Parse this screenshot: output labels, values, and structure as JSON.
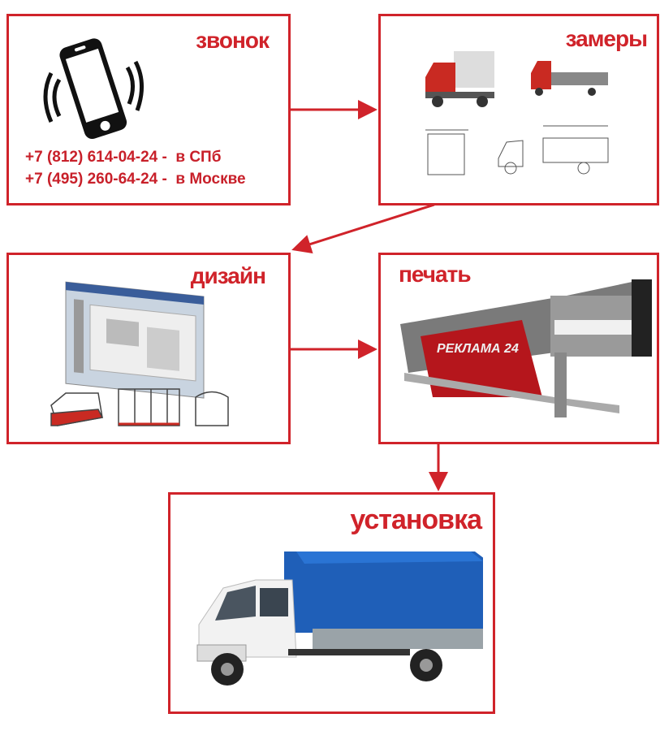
{
  "colors": {
    "accent": "#d0232a"
  },
  "steps": {
    "call": {
      "title": "звонок",
      "phones": [
        {
          "number": "+7 (812) 614-04-24 -",
          "city": "в СПб"
        },
        {
          "number": "+7 (495) 260-64-24 -",
          "city": "в Москве"
        }
      ],
      "icon": "vibrating-phone-icon"
    },
    "measure": {
      "title": "замеры"
    },
    "design": {
      "title": "дизайн"
    },
    "print": {
      "title": "печать",
      "logo": "РЕКЛАМА 24"
    },
    "install": {
      "title": "установка"
    }
  }
}
